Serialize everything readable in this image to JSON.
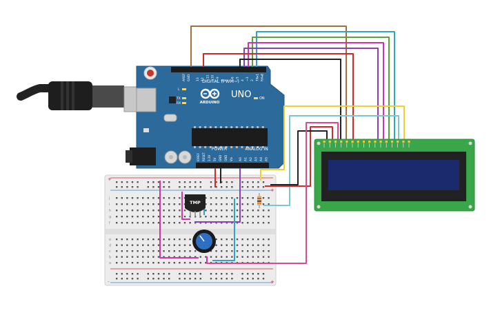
{
  "arduino": {
    "brand": "ARDUINO",
    "model": "UNO",
    "digital_label": "DIGITAL (PWM~)",
    "analog_label": "ANALOG IN",
    "power_label": "POWER",
    "on_label": "ON",
    "aref": "AREF",
    "gnd_top": "GND",
    "digital_pins": [
      "13",
      "12",
      "~11",
      "~10",
      "~9",
      "8",
      "7",
      "~6",
      "~5",
      "4",
      "~3",
      "2",
      "TX▸1",
      "RX◂0"
    ],
    "led_labels": [
      "L",
      "TX",
      "RX"
    ],
    "power_pins": [
      "IOREF",
      "RESET",
      "3.3V",
      "5V",
      "GND",
      "GND",
      "Vin"
    ],
    "analog_pins": [
      "A0",
      "A1",
      "A2",
      "A3",
      "A4",
      "A5"
    ]
  },
  "sensor": {
    "label": "TMP"
  },
  "lcd": {
    "pin_count": 16
  },
  "breadboard": {
    "row_letters_top": [
      "j",
      "i",
      "h",
      "g",
      "f"
    ],
    "row_letters_bottom": [
      "e",
      "d",
      "c",
      "b",
      "a"
    ],
    "columns": 30,
    "rail_plus": "+",
    "rail_minus": "-"
  },
  "colors": {
    "board": "#2b6a9b",
    "wire_brown": "#a0703a",
    "wire_cyan": "#27a9c6",
    "wire_green": "#55a33c",
    "wire_magenta": "#d433a8",
    "wire_purple": "#8b3fb6",
    "wire_red": "#d22929",
    "wire_black": "#222222",
    "wire_yellow": "#f2cf2a",
    "wire_pink": "#e0458e",
    "wire_blue": "#3a7bc8",
    "wire_teal": "#79c7d6",
    "lcd_pcb": "#3aa64a",
    "lcd_screen": "#1a2a6c"
  }
}
